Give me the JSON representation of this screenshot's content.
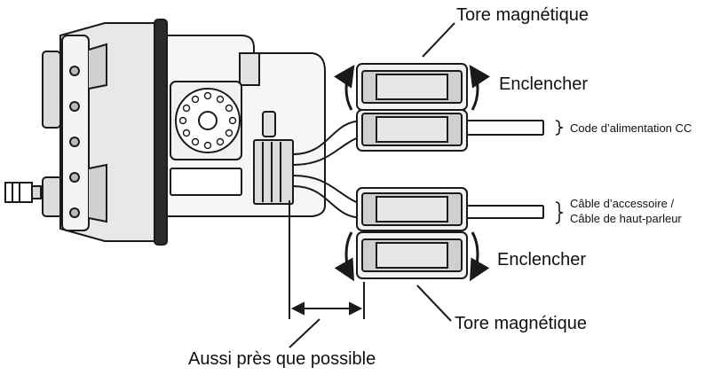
{
  "labels": {
    "tore_top": "Tore magnétique",
    "enclencher_top": "Enclencher",
    "code_alim": "Code d’alimentation CC",
    "cable_acc_line1": "Câble d’accessoire /",
    "cable_acc_line2": "Câble de haut-parleur",
    "enclencher_bottom": "Enclencher",
    "tore_bottom": "Tore magnétique",
    "aussi_pres": "Aussi près que possible"
  },
  "colors": {
    "line": "#1a1a1a",
    "fill_light": "#efefef",
    "fill_mid": "#cfcfcf",
    "fill_dark": "#3a3a3a"
  }
}
